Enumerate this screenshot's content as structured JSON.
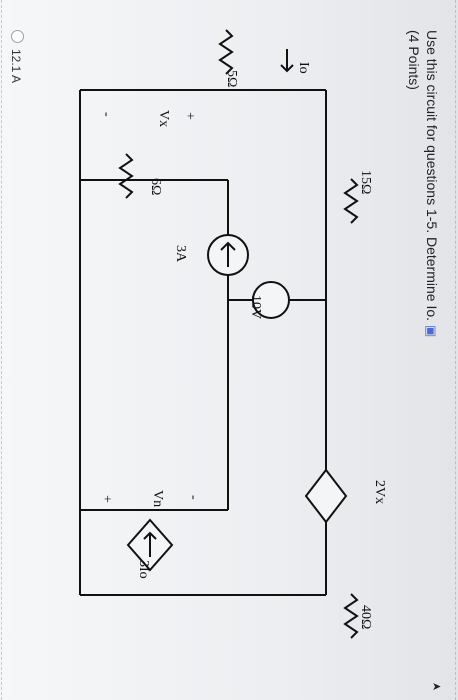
{
  "question": {
    "title": "Use this circuit for questions 1-5. Determine Io.",
    "points": "(4 Points)",
    "immersive_reader_icon": "immersive-reader-icon"
  },
  "answer_option": {
    "label": "12.1 A",
    "selected": false
  },
  "circuit": {
    "labels": {
      "io": "Io",
      "r5": "5Ω",
      "r15": "15Ω",
      "r6": "6Ω",
      "vx": "Vx",
      "plus": "+",
      "minus": "-",
      "cs": "3A",
      "vs": "10V",
      "dep_v": "2Vx",
      "dep_c": "3Io",
      "vn": "Vn",
      "r40": "40Ω"
    }
  }
}
